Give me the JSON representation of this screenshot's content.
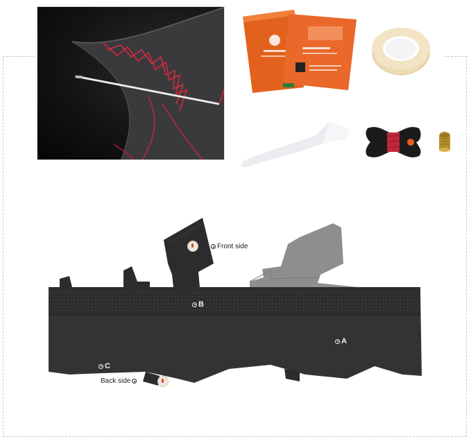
{
  "product_labels": {
    "front_side": "Front side",
    "back_side": "Back side",
    "marker_a": "A",
    "marker_b": "B",
    "marker_c": "C"
  },
  "colors": {
    "leather": "#333335",
    "leather_inner": "#8e8e8e",
    "stitching": "#c0283a",
    "envelope": "#e2621d"
  },
  "icons": [
    "needle-thread-photo",
    "instruction-envelopes",
    "double-sided-tape-roll",
    "plastic-tool",
    "thread-spool",
    "thimble",
    "leather-wheel-cover"
  ]
}
